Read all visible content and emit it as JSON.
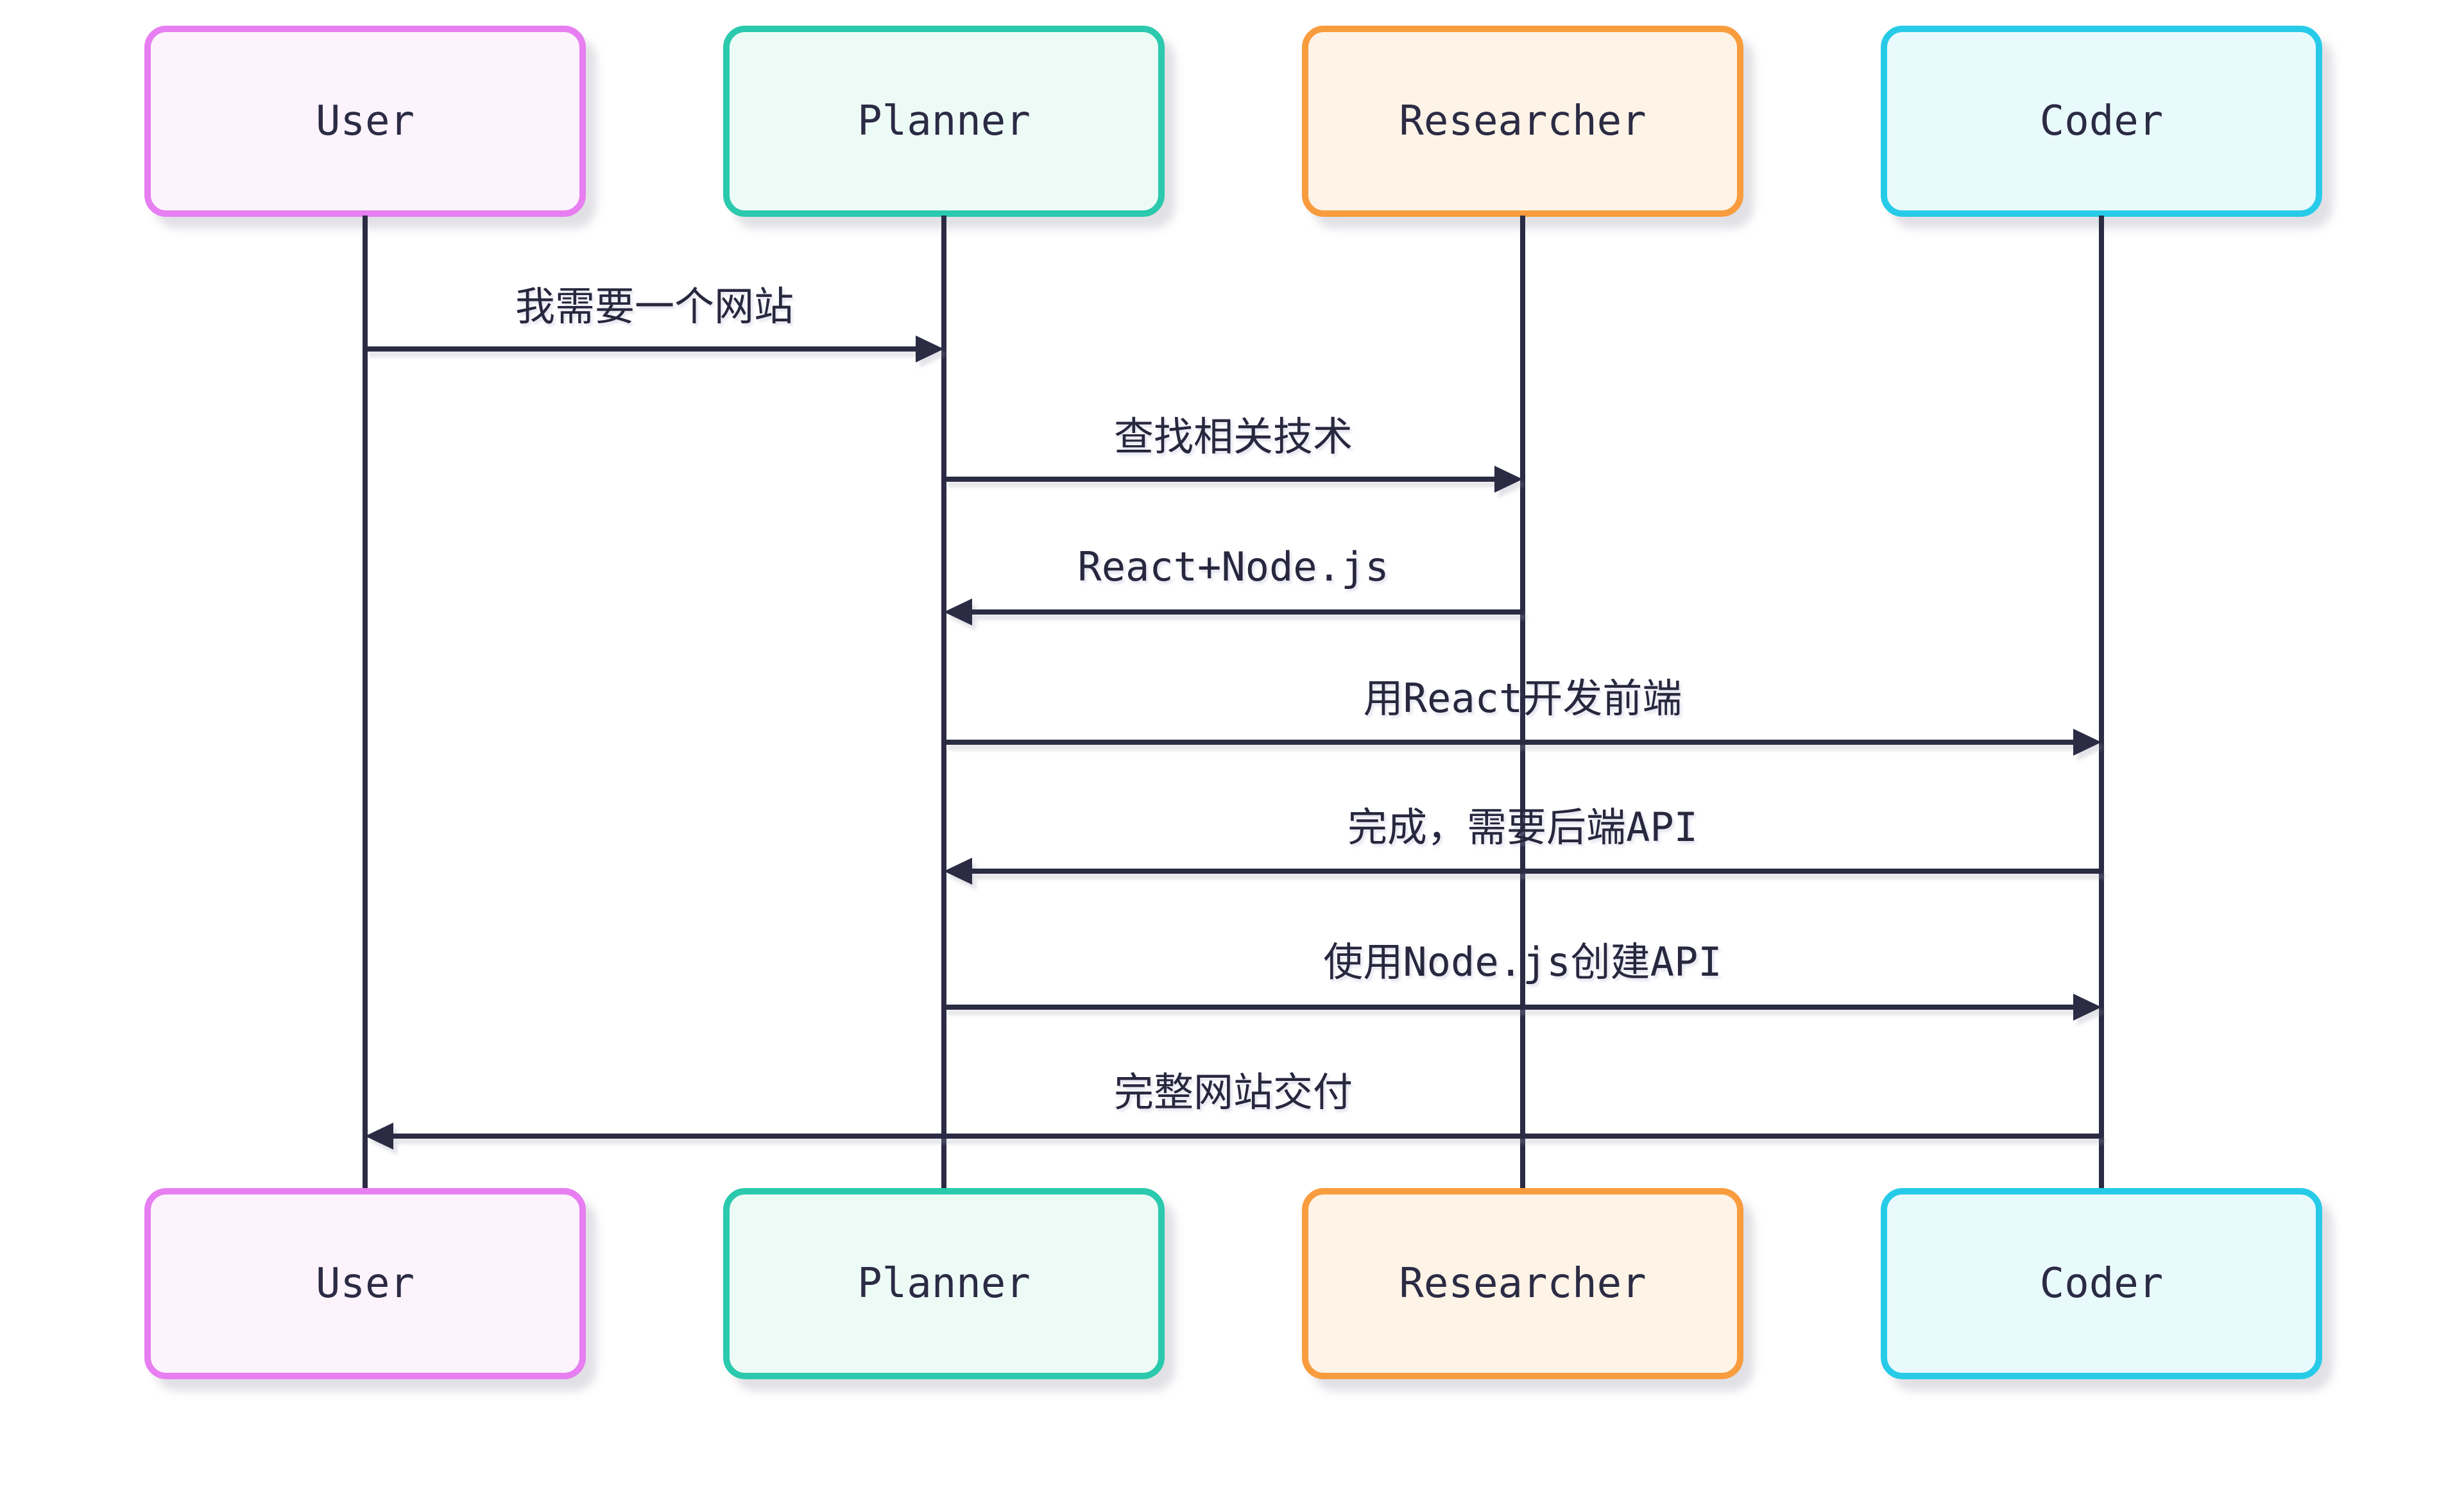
{
  "diagram": {
    "type": "sequence",
    "background": "#ffffff",
    "line_color": "#2b2b44",
    "text_color": "#27273e",
    "actors": [
      {
        "id": "user",
        "name": "User",
        "border": "#e77ef1",
        "fill": "#fcf3fc"
      },
      {
        "id": "planner",
        "name": "Planner",
        "border": "#2bc9ad",
        "fill": "#edfbf7"
      },
      {
        "id": "researcher",
        "name": "Researcher",
        "border": "#f89c3e",
        "fill": "#fdf3e6"
      },
      {
        "id": "coder",
        "name": "Coder",
        "border": "#27cbe8",
        "fill": "#e9fafd"
      }
    ],
    "messages": [
      {
        "from": "User",
        "to": "Planner",
        "direction": "right",
        "label": "我需要一个网站"
      },
      {
        "from": "Planner",
        "to": "Researcher",
        "direction": "right",
        "label": "查找相关技术"
      },
      {
        "from": "Researcher",
        "to": "Planner",
        "direction": "left",
        "label": "React+Node.js"
      },
      {
        "from": "Planner",
        "to": "Coder",
        "direction": "right",
        "label": "用React开发前端"
      },
      {
        "from": "Coder",
        "to": "Planner",
        "direction": "left",
        "label": "完成，需要后端API"
      },
      {
        "from": "Planner",
        "to": "Coder",
        "direction": "right",
        "label": "使用Node.js创建API"
      },
      {
        "from": "Coder",
        "to": "User",
        "direction": "left",
        "label": "完整网站交付"
      }
    ]
  }
}
